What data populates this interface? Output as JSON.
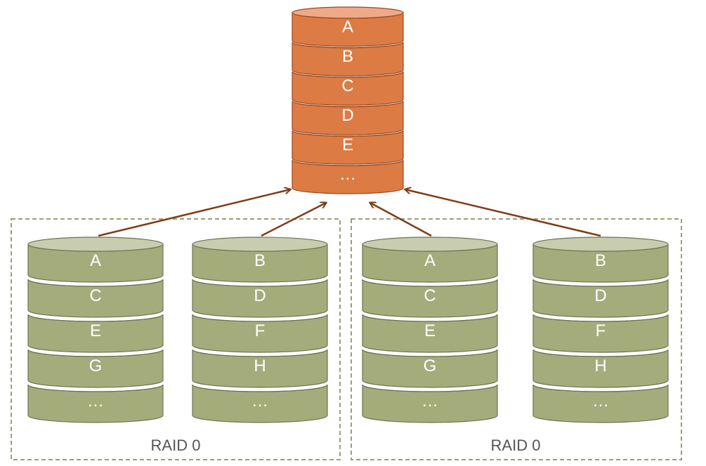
{
  "colors": {
    "top_disk_body": "#dd7b44",
    "top_disk_top": "#eeaa88",
    "top_disk_stroke": "#9a4a22",
    "disk_body": "#a4ac7c",
    "disk_top": "#c8cdae",
    "disk_stroke": "#6b7352",
    "arrow": "#7d3d17",
    "group_border": "#98a078",
    "label_on_disk": "#ffffff",
    "group_label": "#555555"
  },
  "top_disk": {
    "segments": [
      "A",
      "B",
      "C",
      "D",
      "E",
      "…"
    ]
  },
  "groups": [
    {
      "label": "RAID 0",
      "disks": [
        {
          "segments": [
            "A",
            "C",
            "E",
            "G",
            "…"
          ]
        },
        {
          "segments": [
            "B",
            "D",
            "F",
            "H",
            "…"
          ]
        }
      ]
    },
    {
      "label": "RAID 0",
      "disks": [
        {
          "segments": [
            "A",
            "C",
            "E",
            "G",
            "…"
          ]
        },
        {
          "segments": [
            "B",
            "D",
            "F",
            "H",
            "…"
          ]
        }
      ]
    }
  ]
}
